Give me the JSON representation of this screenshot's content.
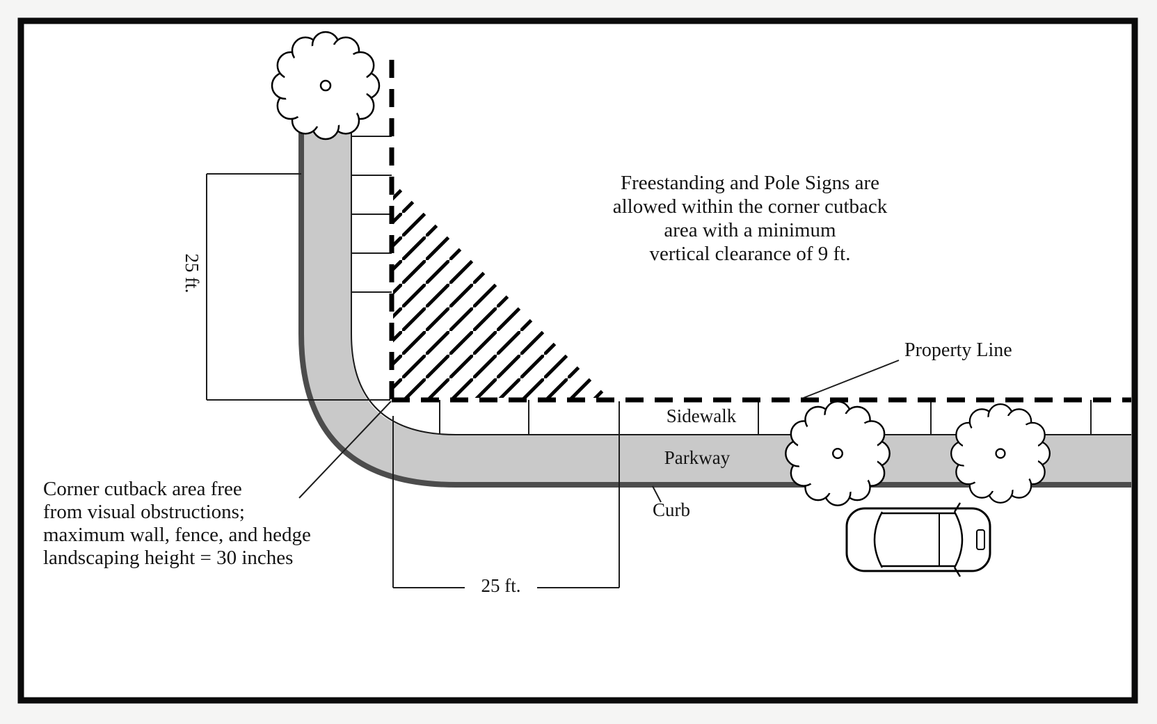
{
  "notes": {
    "sign_allowance": {
      "lines": [
        "Freestanding and Pole Signs are",
        "allowed within the corner cutback",
        "area with a minimum",
        "vertical clearance of 9 ft."
      ]
    },
    "corner_cutback": {
      "lines": [
        "Corner cutback area free",
        "from visual obstructions;",
        "maximum wall, fence, and hedge",
        "landscaping height = 30 inches"
      ]
    }
  },
  "labels": {
    "property_line": "Property Line",
    "sidewalk": "Sidewalk",
    "parkway": "Parkway",
    "curb": "Curb"
  },
  "dimensions": {
    "vertical_offset": "25 ft.",
    "corner_width": "25 ft."
  },
  "icons": {
    "tree": "tree-icon",
    "car": "car-icon"
  },
  "colors": {
    "parkway_fill": "#c9c9c9",
    "curb": "#4c4c4c",
    "line": "#000000",
    "background": "#ffffff"
  }
}
